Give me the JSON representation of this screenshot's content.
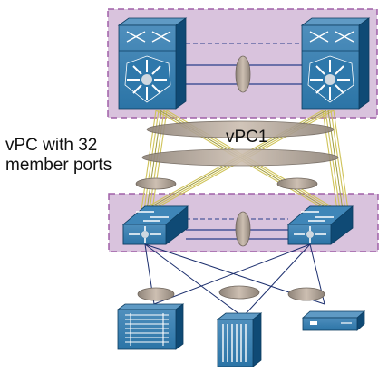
{
  "diagram": {
    "labels": {
      "vpc_member_ports_line1": "vPC with 32",
      "vpc_member_ports_line2": "member ports",
      "vpc_name": "vPC1"
    },
    "colors": {
      "domain_fill": "#d8c0dc",
      "domain_border": "#a060a8",
      "device_blue": "#1f6fa3",
      "device_dark": "#0d4a73",
      "portchannel_oval": "#b8aca0",
      "bundle_line": "#d8d070",
      "link_line": "#1c2f6e"
    },
    "nodes": [
      {
        "id": "core-switch-left",
        "icon": "nexus-7000-icon"
      },
      {
        "id": "core-switch-right",
        "icon": "nexus-7000-icon"
      },
      {
        "id": "access-switch-left",
        "icon": "nexus-5000-icon"
      },
      {
        "id": "access-switch-right",
        "icon": "nexus-5000-icon"
      },
      {
        "id": "server-blade-chassis",
        "icon": "blade-chassis-icon"
      },
      {
        "id": "server-tower",
        "icon": "rack-server-icon"
      },
      {
        "id": "server-appliance",
        "icon": "appliance-server-icon"
      }
    ]
  }
}
